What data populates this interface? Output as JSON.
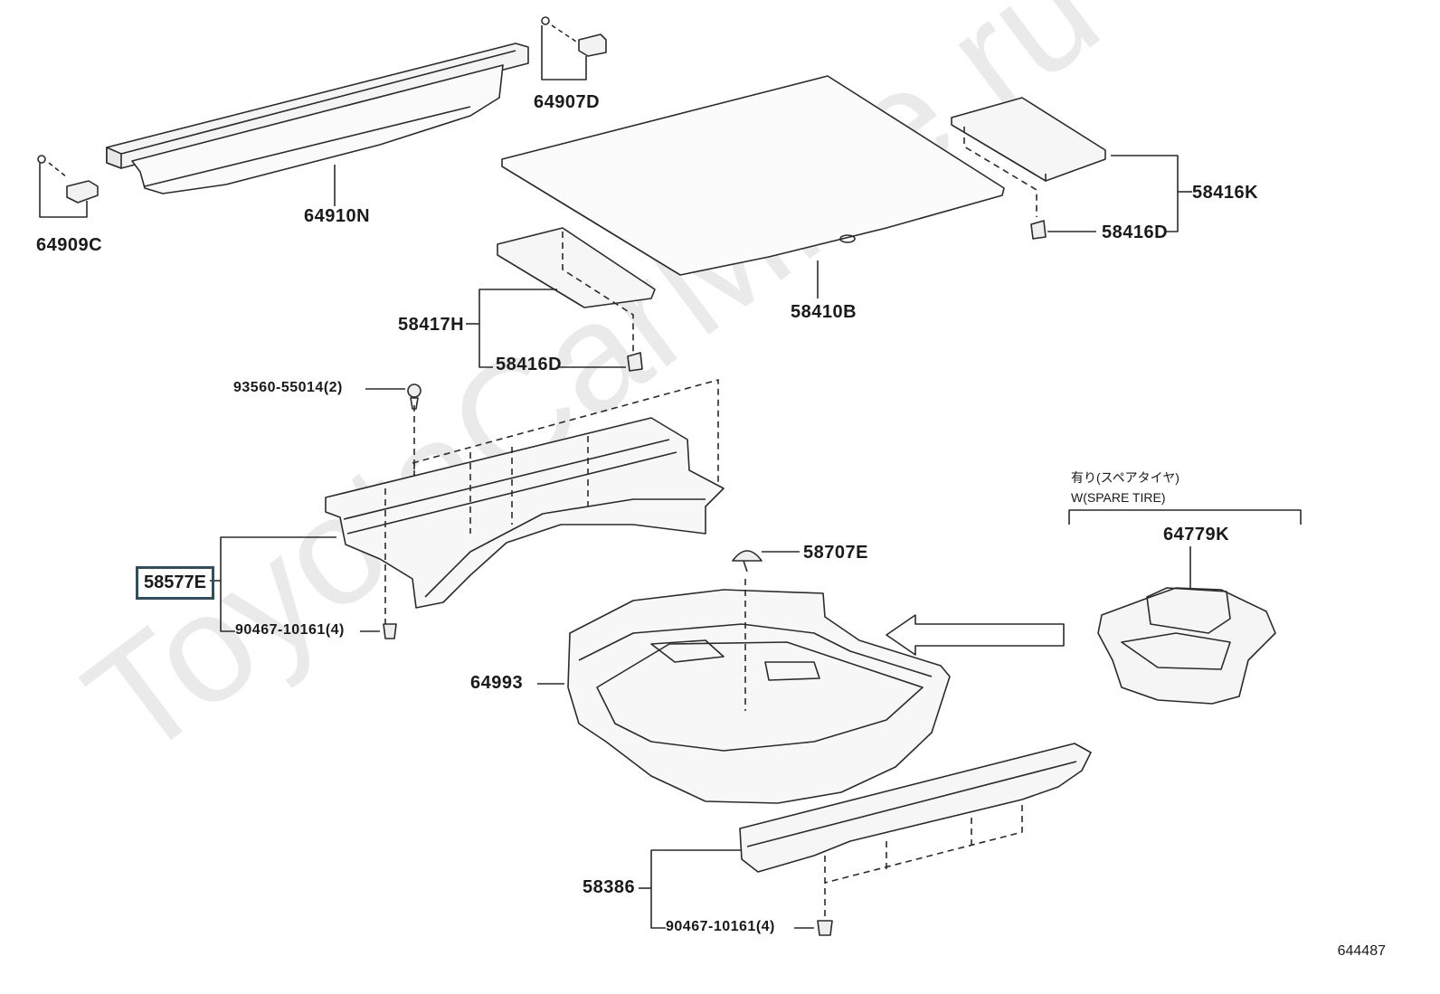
{
  "watermark": "ToyotaCarMine.ru",
  "diagram_id": "644487",
  "note_jp": "有り(スペアタイヤ)",
  "note_en": "W(SPARE TIRE)",
  "parts": {
    "p64907D": "64907D",
    "p64909C": "64909C",
    "p64910N": "64910N",
    "p58416K": "58416K",
    "p58416D_right": "58416D",
    "p58410B": "58410B",
    "p58417H": "58417H",
    "p58416D_left": "58416D",
    "p93560": "93560-55014(2)",
    "p58577E": "58577E",
    "p90467_upper": "90467-10161(4)",
    "p58707E": "58707E",
    "p64779K": "64779K",
    "p64993": "64993",
    "p58386": "58386",
    "p90467_lower": "90467-10161(4)"
  }
}
